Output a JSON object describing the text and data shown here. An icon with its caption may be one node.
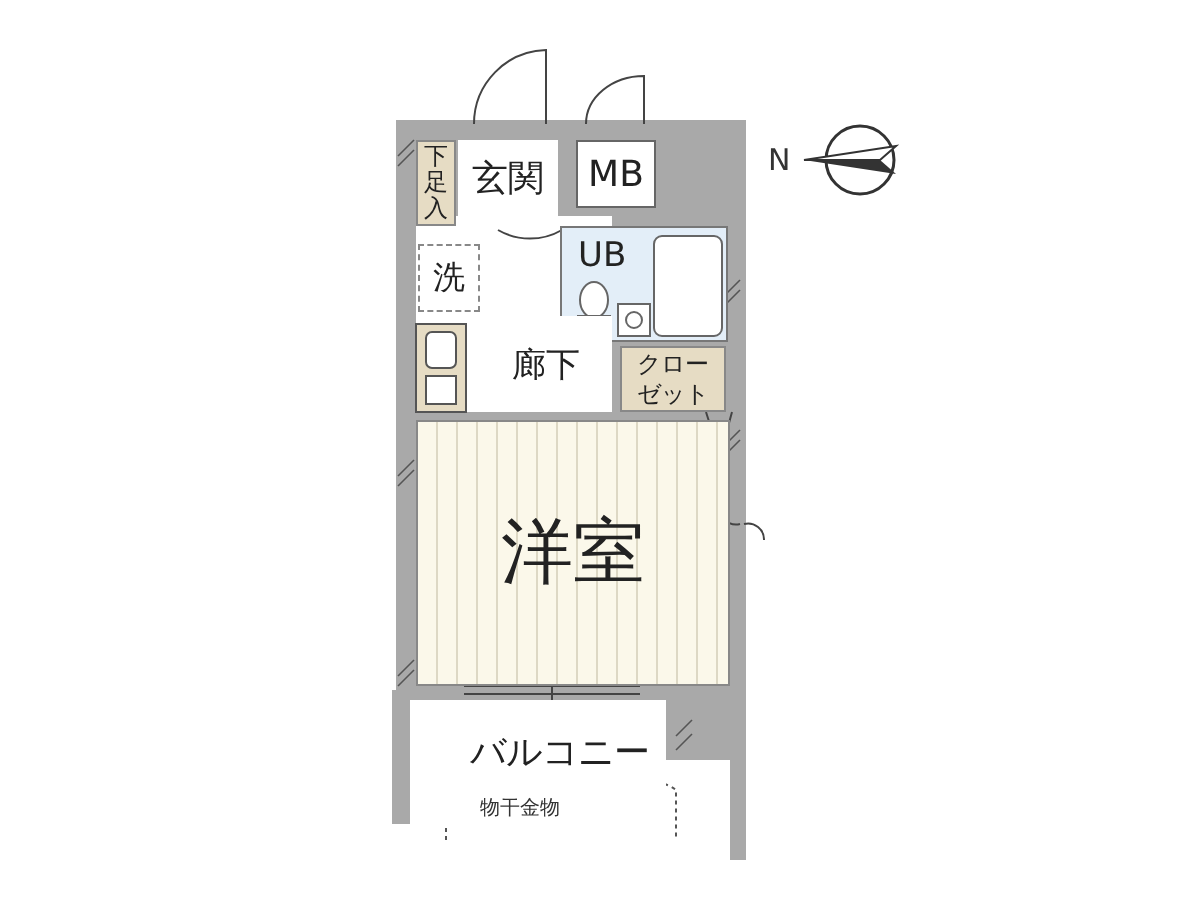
{
  "diagram": {
    "nodes": [
      {
        "text": [
          "玄関"
        ]
      },
      {
        "text": [
          "MB"
        ]
      },
      {
        "text": [
          "下足入"
        ]
      },
      {
        "text": [
          "洗"
        ]
      },
      {
        "text": [
          "UB"
        ]
      },
      {
        "text": [
          "廊下"
        ]
      },
      {
        "text": [
          "クローゼット"
        ]
      },
      {
        "text": [
          "洋室"
        ]
      },
      {
        "text": [
          "バルコニー"
        ]
      }
    ],
    "labels": [
      "物干金物",
      "N"
    ]
  }
}
